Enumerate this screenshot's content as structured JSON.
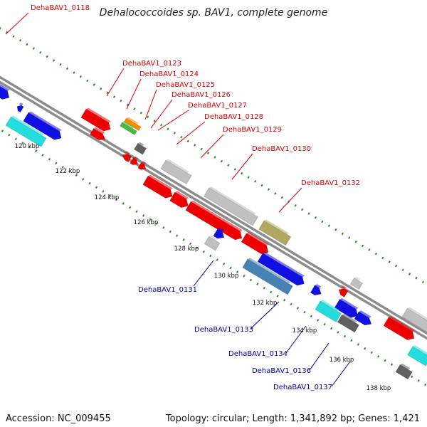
{
  "title": "Dehalococcoides sp. BAV1, complete genome",
  "accession": "Accession: NC_009455",
  "topology": "Topology: circular; Length: 1,341,892 bp; Genes: 1,421",
  "colors": {
    "forward_label": "#dd0000",
    "reverse_label": "#0000aa",
    "backbone": "#8c8c8c",
    "dots": "#2a8a2a"
  },
  "scale_ticks": [
    "120 kbp",
    "122 kbp",
    "124 kbp",
    "126 kbp",
    "128 kbp",
    "130 kbp",
    "132 kbp",
    "134 kbp",
    "136 kbp",
    "138 kbp"
  ],
  "forward_labels": [
    "DehaBAV1_0118",
    "DehaBAV1_0123",
    "DehaBAV1_0124",
    "DehaBAV1_0125",
    "DehaBAV1_0126",
    "DehaBAV1_0127",
    "DehaBAV1_0128",
    "DehaBAV1_0129",
    "DehaBAV1_0130",
    "DehaBAV1_0132"
  ],
  "reverse_labels": [
    "DehaBAV1_0131",
    "DehaBAV1_0133",
    "DehaBAV1_0134",
    "DehaBAV1_0136",
    "DehaBAV1_0137"
  ]
}
